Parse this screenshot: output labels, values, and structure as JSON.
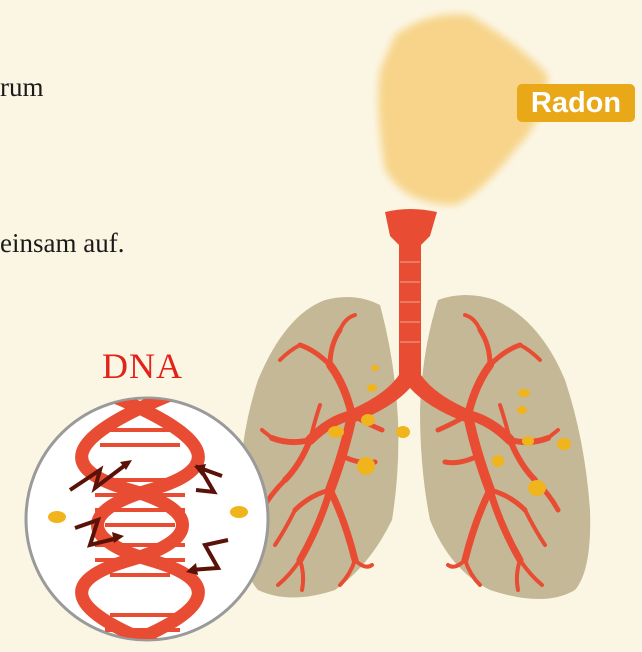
{
  "text": {
    "line1": "rum",
    "line2": "einsam auf."
  },
  "labels": {
    "radon": "Radon",
    "dna": "DNA"
  },
  "colors": {
    "background": "#fbf6e4",
    "radon_cloud": "#f7d48a",
    "radon_badge": "#e8a817",
    "airway_red": "#e84d33",
    "lung_tissue": "#c5b896",
    "particle_yellow": "#f0b41c",
    "dna_label": "#e2231a",
    "damage_arrow": "#5a1208"
  },
  "icons": [
    "radon-cloud-icon",
    "lungs-icon",
    "dna-helix-icon",
    "damage-arrow-icon"
  ]
}
